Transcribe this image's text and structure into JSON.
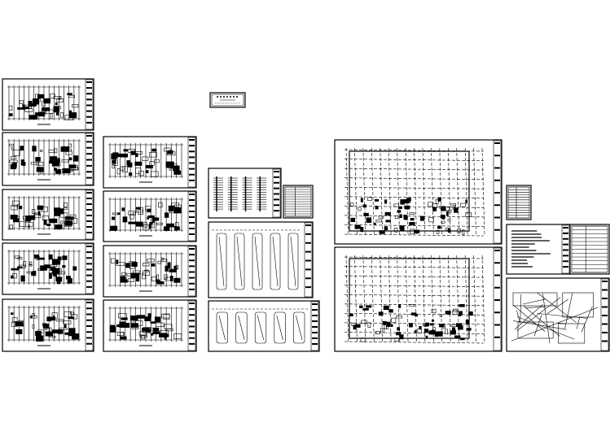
{
  "colors": {
    "background": "#ffffff",
    "line": "#000000"
  },
  "sheets": [
    {
      "kind": "floor-plan"
    },
    {
      "kind": "floor-plan"
    },
    {
      "kind": "floor-plan"
    },
    {
      "kind": "floor-plan"
    },
    {
      "kind": "floor-plan"
    },
    {
      "kind": "floor-plan"
    },
    {
      "kind": "floor-plan"
    },
    {
      "kind": "floor-plan"
    },
    {
      "kind": "floor-plan"
    },
    {
      "kind": "cover"
    },
    {
      "kind": "schedule"
    },
    {
      "kind": "table"
    },
    {
      "kind": "detail"
    },
    {
      "kind": "detail"
    },
    {
      "kind": "site-plan"
    },
    {
      "kind": "site-plan"
    },
    {
      "kind": "table"
    },
    {
      "kind": "notes"
    },
    {
      "kind": "table"
    },
    {
      "kind": "section"
    }
  ]
}
